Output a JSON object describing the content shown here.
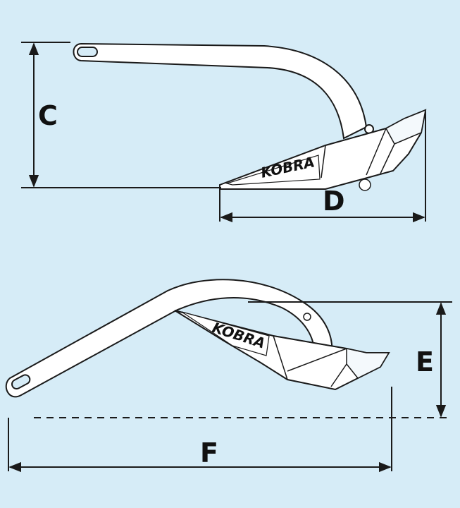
{
  "colors": {
    "background": "#d6ecf7",
    "outline": "#1a1a1a",
    "anchor_fill": "#ffffff"
  },
  "top_view": {
    "brand": "KOBRA",
    "label_c": "C",
    "label_d": "D"
  },
  "bottom_view": {
    "brand": "KOBRA",
    "label_e": "E",
    "label_f": "F"
  }
}
